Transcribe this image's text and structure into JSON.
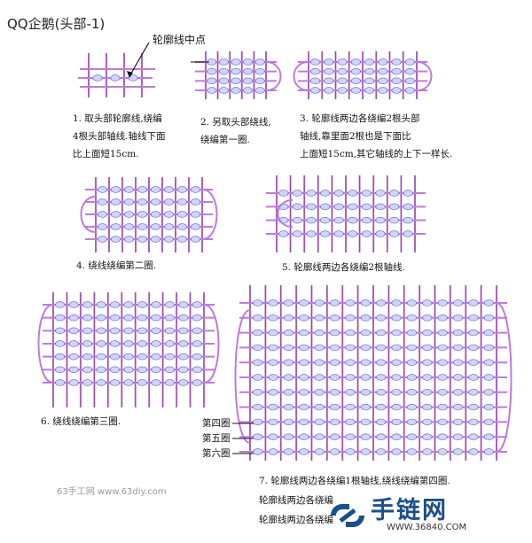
{
  "title": "QQ企鹅(头部-1)",
  "callout": "轮廓线中点",
  "steps": [
    {
      "num": "1",
      "lines": [
        "1. 取头部轮廓线,绕编",
        "4根头部轴线.轴线下面",
        "比上面短15cm."
      ]
    },
    {
      "num": "2",
      "lines": [
        "2. 另取头部绕线,",
        "绕编第一圈."
      ]
    },
    {
      "num": "3",
      "lines": [
        "3. 轮廓线两边各绕编2根头部",
        "轴线,靠里面2根也是下面比",
        "上面短15cm,其它轴线的上下一样长."
      ]
    },
    {
      "num": "4",
      "lines": [
        "4. 绕线绕编第二圈."
      ]
    },
    {
      "num": "5",
      "lines": [
        "5. 轮廓线两边各绕编2根轴线."
      ]
    },
    {
      "num": "6",
      "lines": [
        "6. 绕线绕编第三圈."
      ]
    },
    {
      "num": "7",
      "lines": [
        "7. 轮廓线两边各绕编1根轴线,绕线绕编第四圈.",
        "轮廓线两边各绕编",
        "轮廓线两边各绕编"
      ]
    }
  ],
  "rings": [
    "第四圈",
    "第五圈",
    "第六圈"
  ],
  "watermark": "63手工网 www.63diy.com",
  "logo": {
    "brand": "手链网",
    "url": "WWW.36840.COM"
  },
  "colors": {
    "cord": "#c07ad9",
    "bead": "#cfd5ff",
    "outline": "#6b5cc4",
    "logo": "#1b4f8c"
  }
}
